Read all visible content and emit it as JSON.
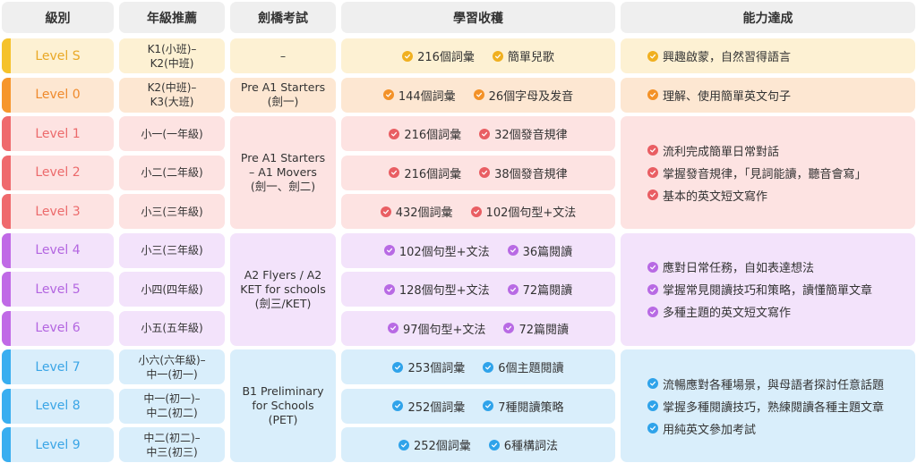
{
  "headers": {
    "level": "級別",
    "grade": "年級推薦",
    "cambridge": "劍橋考試",
    "learning": "學習收穫",
    "ability": "能力達成"
  },
  "colors": {
    "yellow": {
      "accent": "#f5c22b",
      "bg": "#fdf1d3",
      "text": "#e9a825",
      "check": "#f0b020"
    },
    "orange": {
      "accent": "#f6962c",
      "bg": "#fde7d2",
      "text": "#ef8a2c",
      "check": "#f39228"
    },
    "red": {
      "accent": "#ef6a6d",
      "bg": "#fde3e2",
      "text": "#ec6a6b",
      "check": "#e95e63"
    },
    "purple": {
      "accent": "#c06ae6",
      "bg": "#f3e3fb",
      "text": "#b365e0",
      "check": "#b86ae4"
    },
    "blue": {
      "accent": "#39aef0",
      "bg": "#d9eefb",
      "text": "#3aa5e6",
      "check": "#2fa3ea"
    }
  },
  "rows": [
    {
      "level": "Level S",
      "grade": "K1(小班)–\nK2(中班)",
      "learning": [
        "216個詞彙",
        "簡單兒歌"
      ]
    },
    {
      "level": "Level 0",
      "grade": "K2(中班)–\nK3(大班)",
      "learning": [
        "144個詞彙",
        "26個字母及发音"
      ]
    },
    {
      "level": "Level 1",
      "grade": "小一(一年級)",
      "learning": [
        "216個詞彙",
        "32個發音規律"
      ]
    },
    {
      "level": "Level 2",
      "grade": "小二(二年級)",
      "learning": [
        "216個詞彙",
        "38個發音規律"
      ]
    },
    {
      "level": "Level 3",
      "grade": "小三(三年級)",
      "learning": [
        "432個詞彙",
        "102個句型+文法"
      ]
    },
    {
      "level": "Level 4",
      "grade": "小三(三年級)",
      "learning": [
        "102個句型+文法",
        "36篇閱讀"
      ]
    },
    {
      "level": "Level 5",
      "grade": "小四(四年級)",
      "learning": [
        "128個句型+文法",
        "72篇閱讀"
      ]
    },
    {
      "level": "Level 6",
      "grade": "小五(五年級)",
      "learning": [
        "97個句型+文法",
        "72篇閱讀"
      ]
    },
    {
      "level": "Level 7",
      "grade": "小六(六年級)–\n中一(初一)",
      "learning": [
        "253個詞彙",
        "6個主題閱讀"
      ]
    },
    {
      "level": "Level 8",
      "grade": "中一(初一)–\n中二(初二)",
      "learning": [
        "252個詞彙",
        "7種閱讀策略"
      ]
    },
    {
      "level": "Level 9",
      "grade": "中二(初二)–\n中三(初三)",
      "learning": [
        "252個詞彙",
        "6種構詞法"
      ]
    }
  ],
  "cambridge": {
    "s": "–",
    "zero": "Pre A1 Starters\n(劍一)",
    "red": "Pre A1 Starters\n– A1 Movers\n(劍一、劍二)",
    "purple": "A2 Flyers / A2\nKET for schools\n(劍三/KET)",
    "blue": "B1 Preliminary\nfor Schools\n(PET)"
  },
  "ability": {
    "s": [
      "興趣啟蒙，自然習得語言"
    ],
    "zero": [
      "理解、使用簡單英文句子"
    ],
    "red": [
      "流利完成簡單日常對話",
      "掌握發音規律，「見詞能讀，聽音會寫」",
      "基本的英文短文寫作"
    ],
    "purple": [
      "應對日常任務，自如表達想法",
      "掌握常見閱讀技巧和策略，讀懂簡單文章",
      "多種主題的英文短文寫作"
    ],
    "blue": [
      "流暢應對各種場景，與母語者探討任意話題",
      "掌握多種閱讀技巧，熟練閱讀各種主題文章",
      "用純英文參加考試"
    ]
  }
}
